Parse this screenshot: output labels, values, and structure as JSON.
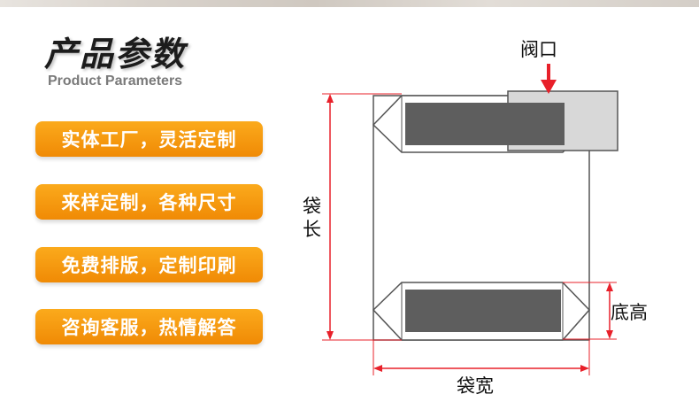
{
  "header": {
    "title_cn": "产品参数",
    "title_en": "Product Parameters"
  },
  "features": [
    "实体工厂，灵活定制",
    "来样定制，各种尺寸",
    "免费排版，定制印刷",
    "咨询客服，热情解答"
  ],
  "diagram": {
    "valve_label": "阀口",
    "length_label": "袋长",
    "bottom_label": "底高",
    "width_label": "袋宽",
    "dimension_color": "#e8202a",
    "print_color": "#5e5e5e",
    "valve_color": "#d8d8d8"
  }
}
